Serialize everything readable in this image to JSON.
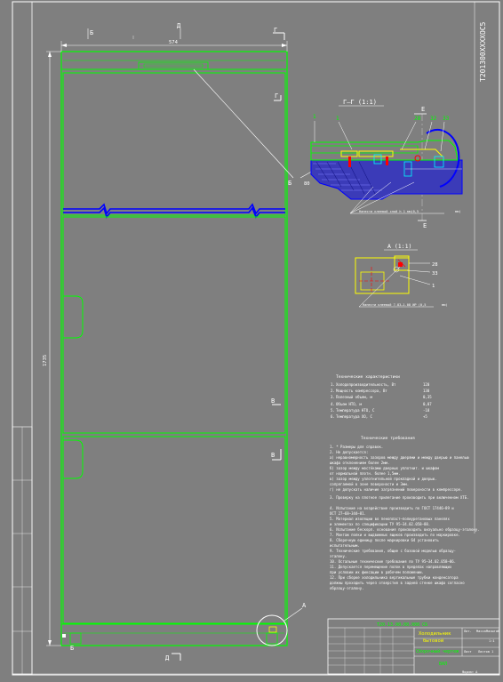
{
  "drawing_code_vertical": "T201300XXXXOC5",
  "dims": {
    "d_label": "Д",
    "b_label": "Б",
    "width_value": "574",
    "height_value": "1735"
  },
  "section_marks": {
    "g_left": "Г",
    "g_right": "Г",
    "d_bottom": "Д",
    "d_bottom_right": "Д",
    "b_bottom": "Б",
    "v_upper": "В",
    "v_lower": "В",
    "e_mark": "Е",
    "e_mark_bottom": "Е",
    "a_mark": "А",
    "b_callout": "Б",
    "a_callout": "А"
  },
  "section_gg": {
    "title": "Г–Г (1:1)",
    "callouts": [
      "1",
      "28",
      "32",
      "33"
    ],
    "left_code": "1",
    "note_label": "Нанести клеевой слой h 1 мм(0,5",
    "note_unit": "мм)",
    "marker_a": "80"
  },
  "section_a": {
    "title": "А (1:1)",
    "callouts": [
      "28",
      "33",
      "1"
    ],
    "note_label": "Нанести клеевой 7.83–1.08 ИР (0,5",
    "note_unit": "мм)"
  },
  "tech_specs": {
    "title": "Технические характеристики",
    "items": [
      {
        "n": "1.",
        "label": "Холодопроизводительность, Вт",
        "value": "120"
      },
      {
        "n": "2.",
        "label": "Мощность компрессора, Вт",
        "value": "130"
      },
      {
        "n": "3.",
        "label": "Полезный объем, м",
        "value": "0,35"
      },
      {
        "n": "4.",
        "label": "Объем НТО, м",
        "value": "0,07"
      },
      {
        "n": "5.",
        "label": "Температура НТО, С",
        "value": "-18"
      },
      {
        "n": "6.",
        "label": "Температура ХО, С",
        "value": "+5"
      }
    ]
  },
  "tech_requirements": {
    "title": "Технические требования",
    "lines": [
      "1. * Размеры для справок.",
      "2. Не допускается:",
      "а) неравномерность зазоров между дверями и между дверью и панелью",
      "шкафа отклонением более 2мм.",
      "б) зазор между мосте́ками дверных уплотнит. и шкафом",
      "от нормальной плотн. более 1,5мм.",
      "в) зазор между уплотнительной прокладкой и дверью.",
      "сопрягаемой в зоне поверхности и 3мм.",
      "г) не допускать наличие загрязнений поверхности в компрессоре.",
      "3. Проверку на плотное прилегание производить при включенном ХТБ.",
      "",
      "4. Испытание на воздействие производить по ГОСТ 17446–89 и",
      "ОСТ 27–68–344–81.",
      "5. Материал изоляции во пенопласт–полиуретановых панелях",
      "и элементах по спецификации ТУ 95–34.02.058–88.",
      "6. Испытание бескорп. основания производить визуально образцу-эталону.",
      "7. Монтаж полки и выдвижных ящиков производить по маркировке.",
      "8. Сборочную единицу после маркировки 64 установить",
      "испытательным.",
      "9. Технические требования, общие с базовой моделью образцу-",
      "эталону.",
      "10. Остальные технические требования по ТУ 95–34.02.058–86.",
      "11. Допускается перемещение полок в пределах направляющих",
      "при условии их фиксации в рабочем положении.",
      "12. При сборке холодильника вертикальные трубки конденсатора",
      "должны проходить через отверстия в задней стенке шкафа согласно",
      "образцу-эталону."
    ]
  },
  "title_block": {
    "doc_number": "Т20.13.00.00.000 СБ",
    "product_name": "Холодильник",
    "product_sub": "бытовой",
    "doc_type": "Сборочный чертеж",
    "letter": "Лит.",
    "mass": "Масса",
    "scale": "Масштаб",
    "mass_value": "",
    "scale_value": "1:1",
    "sheet": "Лист",
    "sheets": "Листов 1",
    "org": "ВАЛ",
    "format": "Формат A"
  },
  "colors": {
    "background": "#7f7f7f",
    "outline_green": "#00ff00",
    "frame_white": "#ffffff",
    "insulation_blue": "#0000ff",
    "yellow": "#ffff00",
    "red": "#ff0000",
    "cyan": "#00ffff"
  }
}
